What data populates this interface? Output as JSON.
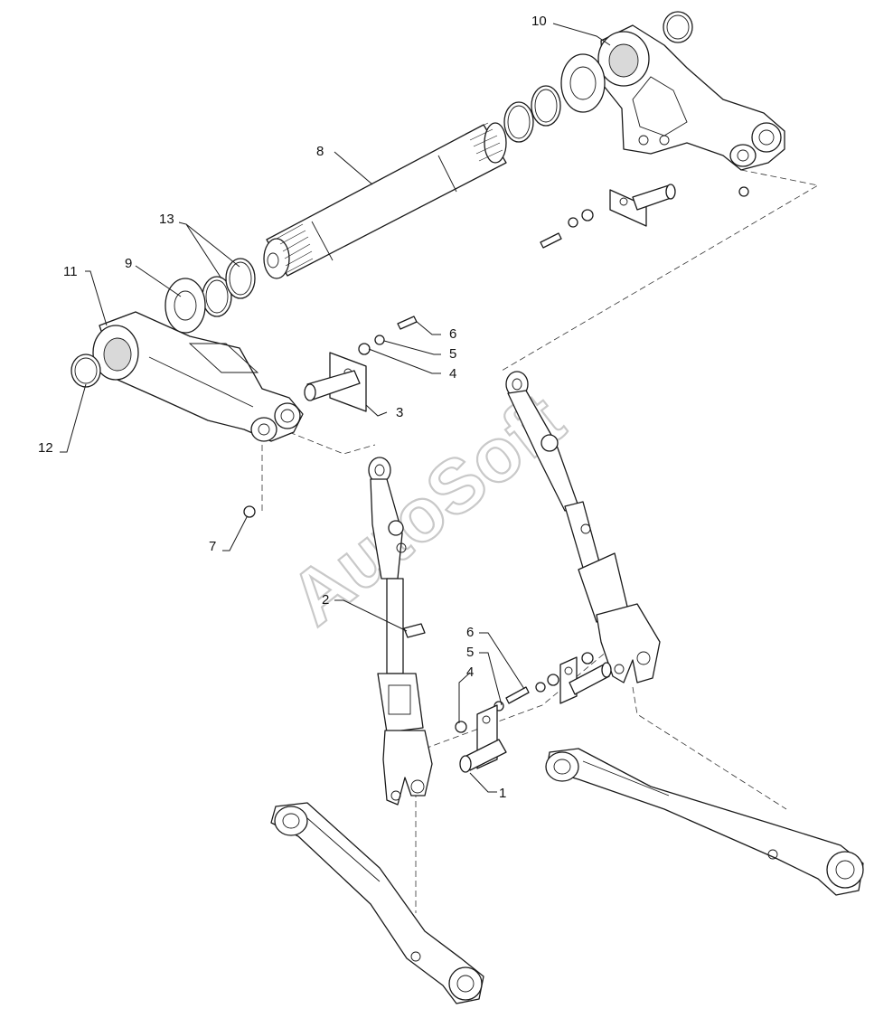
{
  "watermark": "AutoSoft",
  "callouts": {
    "c1": "1",
    "c2": "2",
    "c3": "3",
    "c4a": "4",
    "c4b": "4",
    "c5a": "5",
    "c5b": "5",
    "c6a": "6",
    "c6b": "6",
    "c7": "7",
    "c8": "8",
    "c9": "9",
    "c10": "10",
    "c11": "11",
    "c12": "12",
    "c13": "13"
  }
}
